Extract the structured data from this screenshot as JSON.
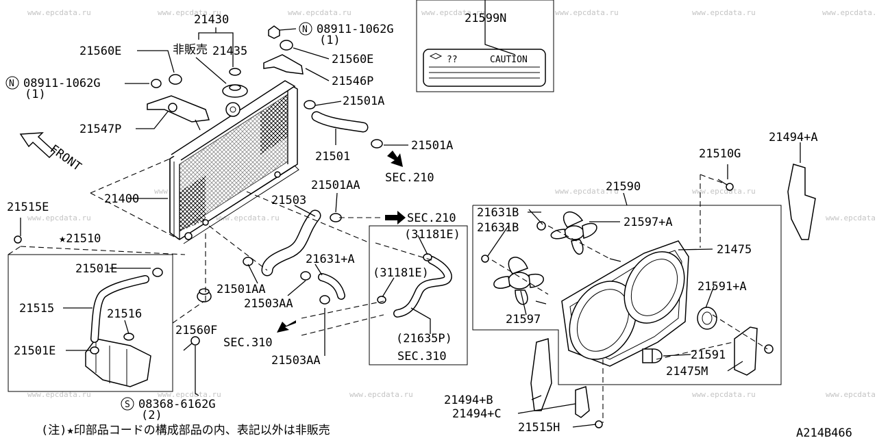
{
  "watermark": "www.epcdata.ru",
  "diagram_code": "A214B466",
  "footnote": "(注)★印部品コードの構成部品の内、表記以外は非販売",
  "front_label": "FRONT",
  "caution_label": {
    "title": "CAUTION",
    "marks": "??"
  },
  "parts": {
    "p21430": "21430",
    "p_hanbai": "非販売",
    "p21435": "21435",
    "p21560E_l": "21560E",
    "p21560E_r": "21560E",
    "p08911_l": "08911-1062G",
    "p08911_l_qty": "(1)",
    "p08911_r": "08911-1062G",
    "p08911_r_qty": "(1)",
    "p21546P": "21546P",
    "p21547P": "21547P",
    "p21501A_top": "21501A",
    "p21501": "21501",
    "p21501A_low": "21501A",
    "p21599N": "21599N",
    "sec210_a": "SEC.210",
    "sec210_b": "SEC.210",
    "p21501AA_top": "21501AA",
    "p21503": "21503",
    "p21400": "21400",
    "p21515E": "21515E",
    "p21510": "★21510",
    "p21501E_a": "21501E",
    "p21515": "21515",
    "p21516": "21516",
    "p21501E_b": "21501E",
    "p21560F": "21560F",
    "p08368": "08368-6162G",
    "p08368_qty": "(2)",
    "p21501AA_low": "21501AA",
    "p21503AA_a": "21503AA",
    "p21631A": "21631+A",
    "sec310_a": "SEC.310",
    "p21503AA_b": "21503AA",
    "p31181E_a": "(31181E)",
    "p31181E_b": "(31181E)",
    "p21635P": "(21635P)",
    "sec310_b": "SEC.310",
    "p21510G": "21510G",
    "p21494A": "21494+A",
    "p21590": "21590",
    "p21631B_a": "21631B",
    "p21631B_b": "21631B",
    "p21597A": "21597+A",
    "p21475": "21475",
    "p21591A": "21591+A",
    "p21597": "21597",
    "p21591": "21591",
    "p21475M": "21475M",
    "p21494B": "21494+B",
    "p21494C": "21494+C",
    "p21515H": "21515H"
  }
}
